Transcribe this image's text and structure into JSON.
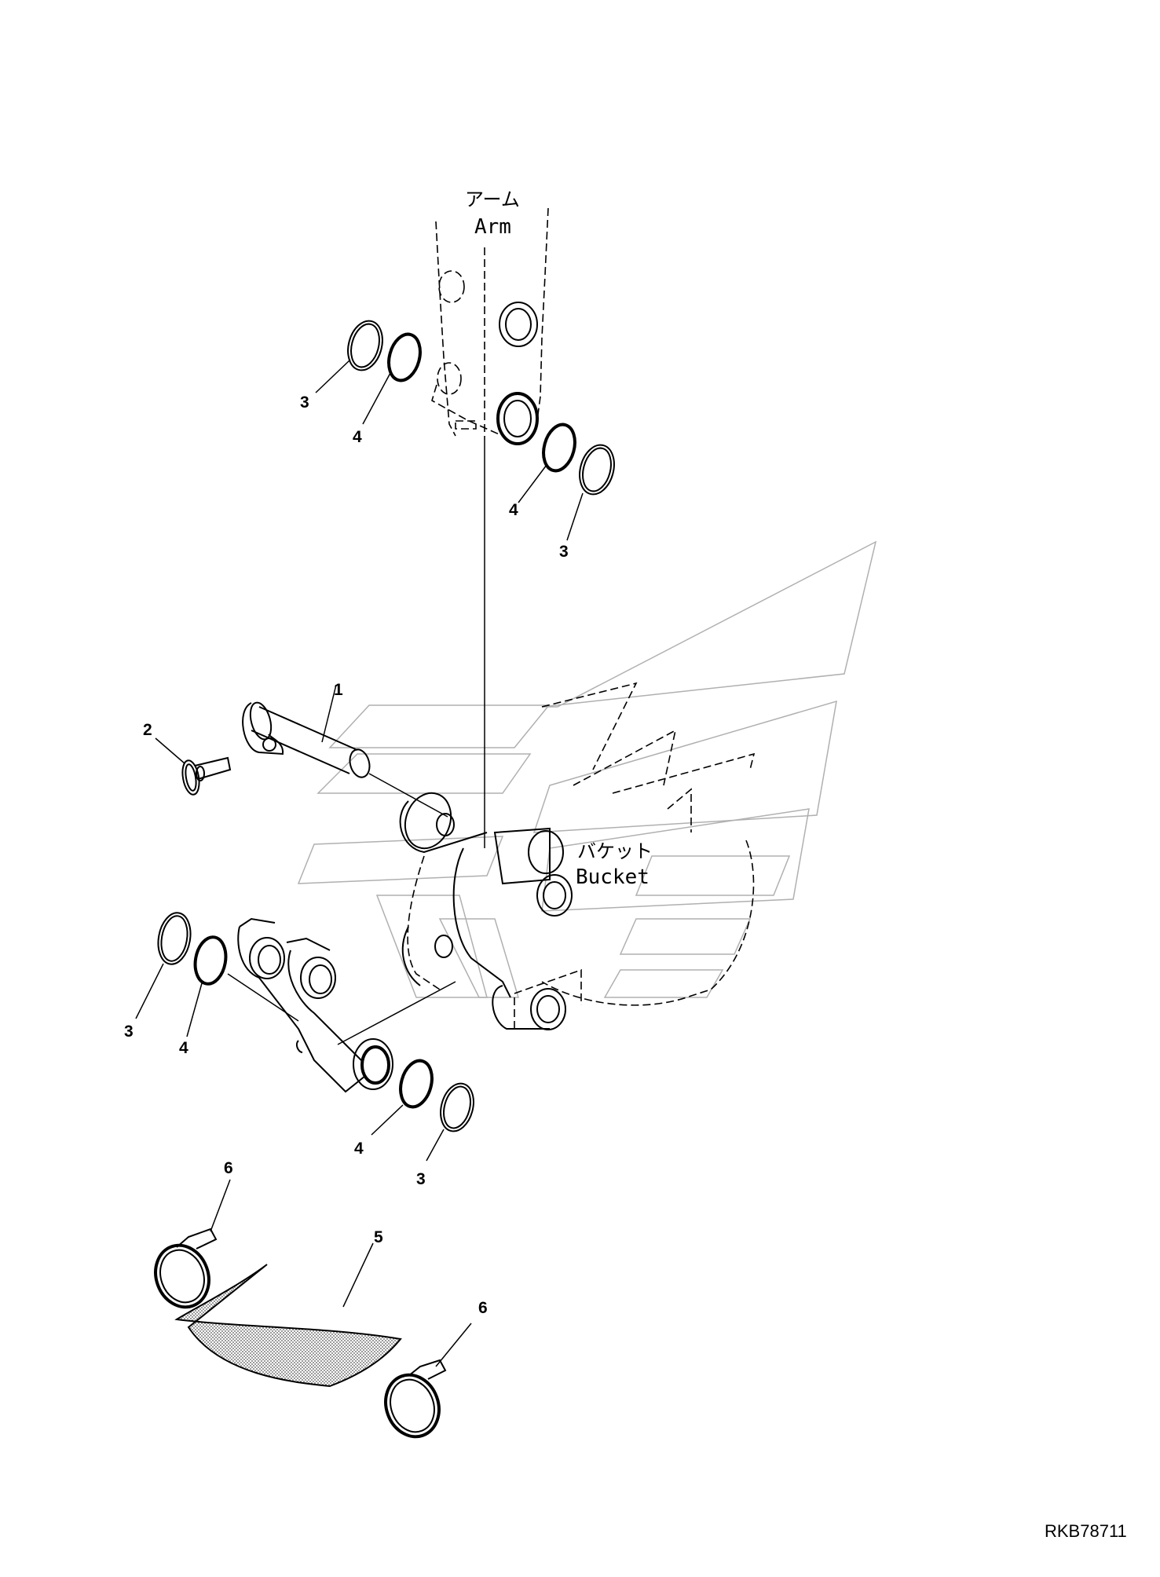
{
  "zones": {
    "arm": {
      "jp": "アーム",
      "en": "Arm"
    },
    "bucket": {
      "jp": "バケット",
      "en": "Bucket"
    }
  },
  "callouts": [
    {
      "id": "c1",
      "label": "1"
    },
    {
      "id": "c2",
      "label": "2"
    },
    {
      "id": "c3a",
      "label": "3"
    },
    {
      "id": "c4a",
      "label": "4"
    },
    {
      "id": "c4b",
      "label": "4"
    },
    {
      "id": "c3b",
      "label": "3"
    },
    {
      "id": "c3c",
      "label": "3"
    },
    {
      "id": "c4c",
      "label": "4"
    },
    {
      "id": "c4d",
      "label": "4"
    },
    {
      "id": "c3d",
      "label": "3"
    },
    {
      "id": "c6a",
      "label": "6"
    },
    {
      "id": "c5",
      "label": "5"
    },
    {
      "id": "c6b",
      "label": "6"
    }
  ],
  "drawing_code": "RKB78711",
  "colors": {
    "line": "#000000",
    "watermark": "#b0b0b0",
    "background": "#ffffff"
  }
}
